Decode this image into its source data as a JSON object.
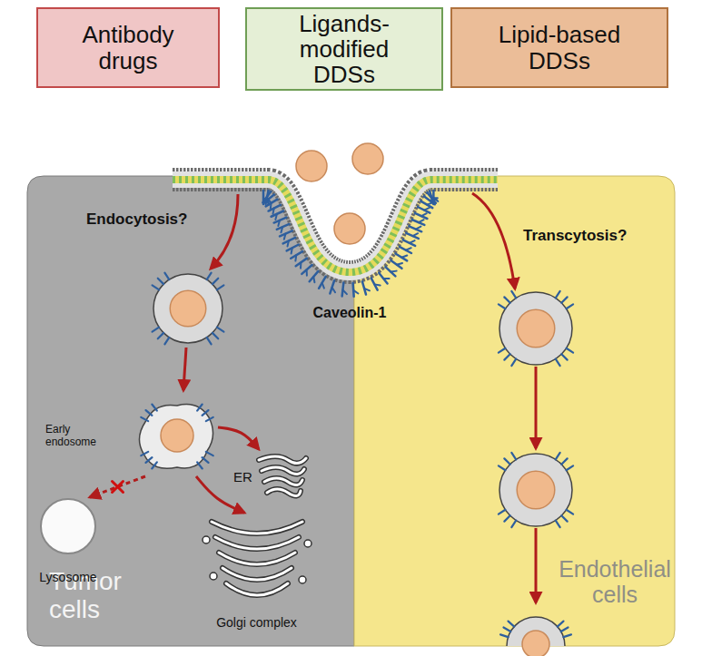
{
  "diagram": {
    "nodes": [
      {
        "text": [
          "Antibody drugs"
        ]
      },
      {
        "text": [
          "Ligands-modified DDSs"
        ]
      },
      {
        "text": [
          "Lipid-based DDSs"
        ]
      },
      {
        "text": [
          "Tumor cells"
        ]
      },
      {
        "text": [
          "Early endosome"
        ],
        "in": 3
      },
      {
        "text": [
          "ER"
        ],
        "in": 3
      },
      {
        "text": [
          "Golgi complex"
        ],
        "in": 3
      },
      {
        "text": [
          "Lysosome"
        ],
        "in": 3
      },
      {
        "text": [
          "Endothelial cells"
        ]
      }
    ],
    "edges": [
      {
        "from": 4,
        "to": 5,
        "arrow": "to"
      },
      {
        "from": 4,
        "to": 6,
        "arrow": "to"
      },
      {
        "from": 4,
        "to": 7,
        "arrow": "to"
      }
    ],
    "labels": [
      "Endocytosis?",
      "Caveolin-1",
      "Transcytosis?"
    ]
  }
}
